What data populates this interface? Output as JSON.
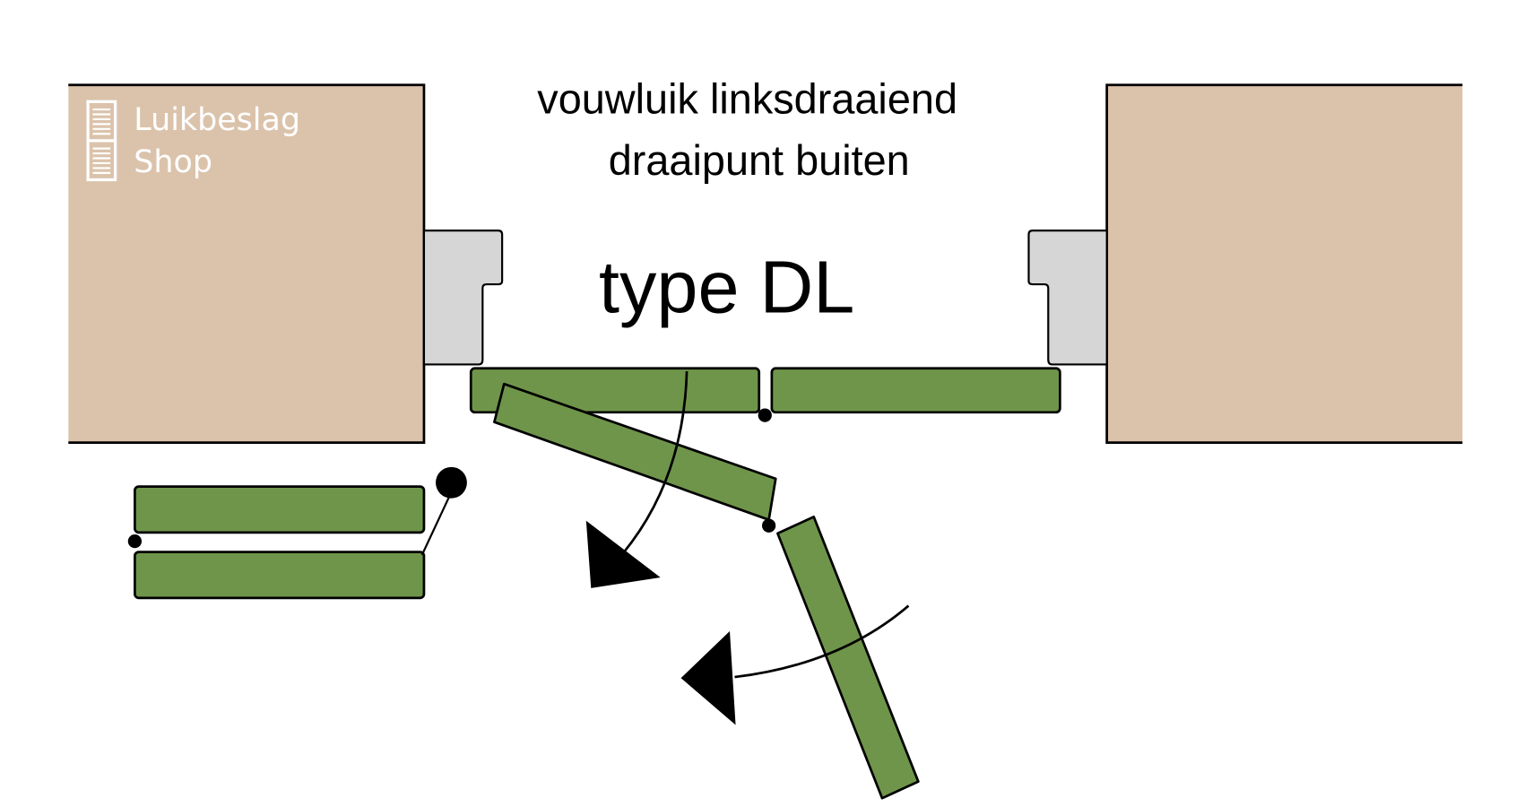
{
  "title_line1": "vouwluik linksdraaiend",
  "title_line2": "draaipunt buiten",
  "type_label": "type DL",
  "logo": {
    "line1": "Luikbeslag",
    "line2": "Shop",
    "icon": "shutter-icon"
  },
  "colors": {
    "wall": "#dbc3ab",
    "frame": "#d6d6d6",
    "panel": "#6f954a",
    "ink": "#000000"
  }
}
